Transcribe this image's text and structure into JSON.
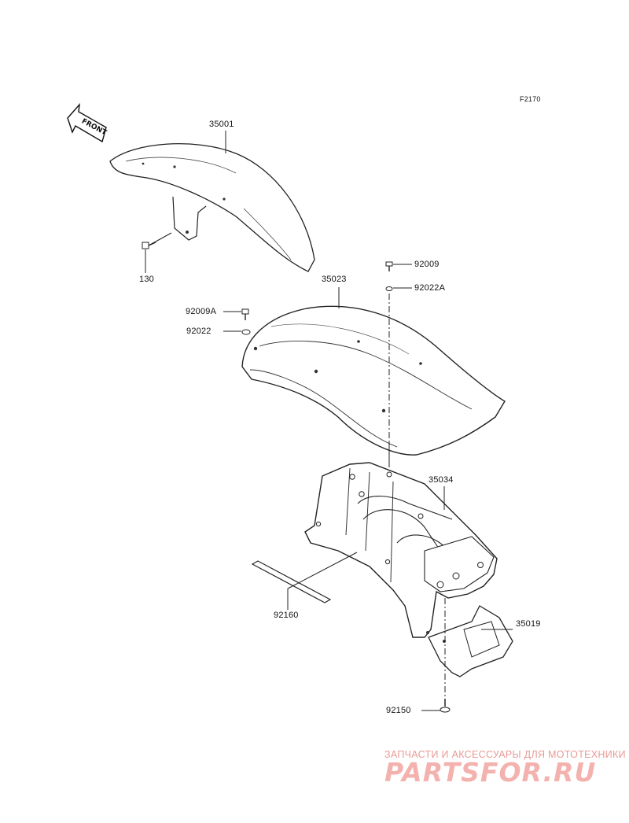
{
  "figure_code": "F2170",
  "front_label": "FRONT",
  "parts": {
    "front_fender": "35001",
    "front_bolt": "130",
    "rear_fender": "35023",
    "bolt_top": "92009",
    "washer_top": "92022A",
    "bolt_side": "92009A",
    "washer_side": "92022",
    "fender_bracket": "35034",
    "tape": "92160",
    "flap_bracket": "35019",
    "screw": "92150"
  },
  "watermark": {
    "tagline": "ЗАПЧАСТИ И АКСЕССУАРЫ ДЛЯ МОТОТЕХНИКИ",
    "logo": "PARTSFOR.RU"
  }
}
